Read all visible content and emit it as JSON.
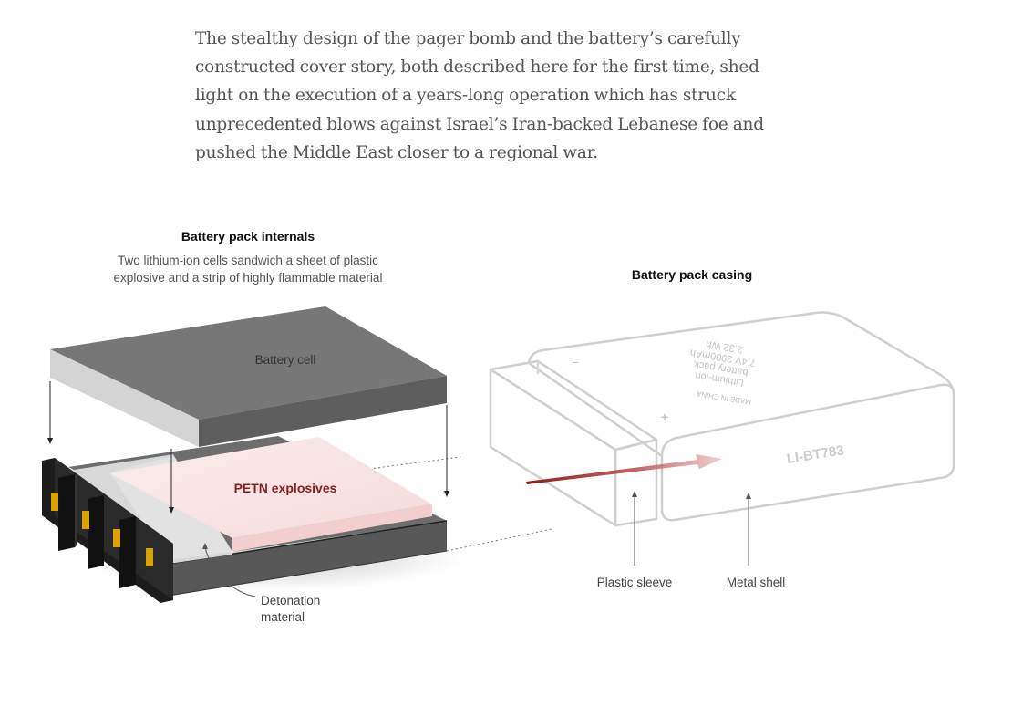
{
  "article": {
    "paragraph": "The stealthy design of the pager bomb and the battery’s carefully constructed cover story, both described here for the first time, shed light on the execution of a years-long operation which has struck unprecedented blows against Israel’s Iran-backed Lebanese foe and pushed the Middle East closer to a regional war."
  },
  "internals": {
    "title": "Battery pack internals",
    "subtitle_line1": "Two lithium-ion cells sandwich a sheet of plastic",
    "subtitle_line2": "explosive and a strip of highly flammable material",
    "battery_cell_label": "Battery cell",
    "explosive_label": "PETN explosives",
    "detonation_line1": "Detonation",
    "detonation_line2": "material"
  },
  "casing": {
    "title": "Battery pack casing",
    "model_label": "LI-BT783",
    "plastic_sleeve_label": "Plastic sleeve",
    "metal_shell_label": "Metal shell",
    "case_text_line1": "Lithium-ion",
    "case_text_line2": "battery pack",
    "case_text_line3": "7.4V 3900mAh",
    "case_text_line4": "2.32 Wh",
    "case_text_line5": "MADE IN CHINA",
    "minus_symbol": "−",
    "plus_symbol": "+"
  },
  "colors": {
    "explosive_red": "#8b1c1c",
    "pink_sheet": "#f8e4e4",
    "cell_top": "#757575",
    "cell_side": "#5f5f5f",
    "cell_front": "#d2d2d2",
    "terminal_gold": "#d9a400",
    "case_outline": "#cfcfcf"
  }
}
